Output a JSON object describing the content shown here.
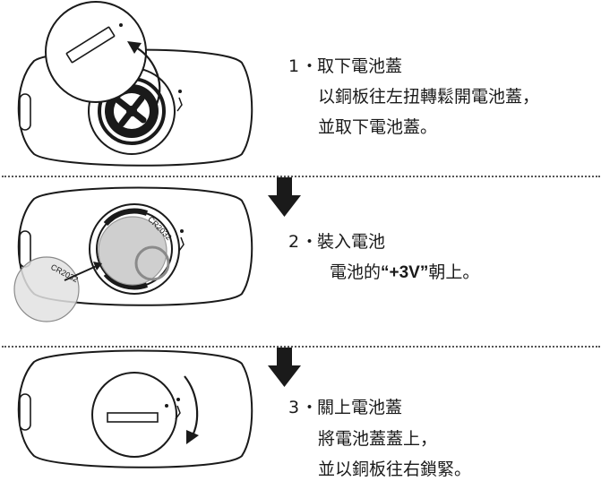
{
  "steps": [
    {
      "number": "1",
      "separator": "・",
      "title": "取下電池蓋",
      "lines": [
        "以銅板往左扭轉鬆開電池蓋，",
        "並取下電池蓋。"
      ]
    },
    {
      "number": "2",
      "separator": "・",
      "title": "裝入電池",
      "line_prefix": "電池的",
      "line_emphasis": "“+3V”",
      "line_suffix": "朝上。"
    },
    {
      "number": "3",
      "separator": "・",
      "title": "關上電池蓋",
      "lines": [
        "將電池蓋蓋上，",
        "並以銅板往右鎖緊。"
      ]
    }
  ],
  "illustration": {
    "battery_label": "CR2032",
    "colors": {
      "outline": "#1a1a1a",
      "battery_fill": "#cfcfcf",
      "battery_light_fill": "#e2e2e2",
      "arrow": "#1a1a1a"
    }
  }
}
